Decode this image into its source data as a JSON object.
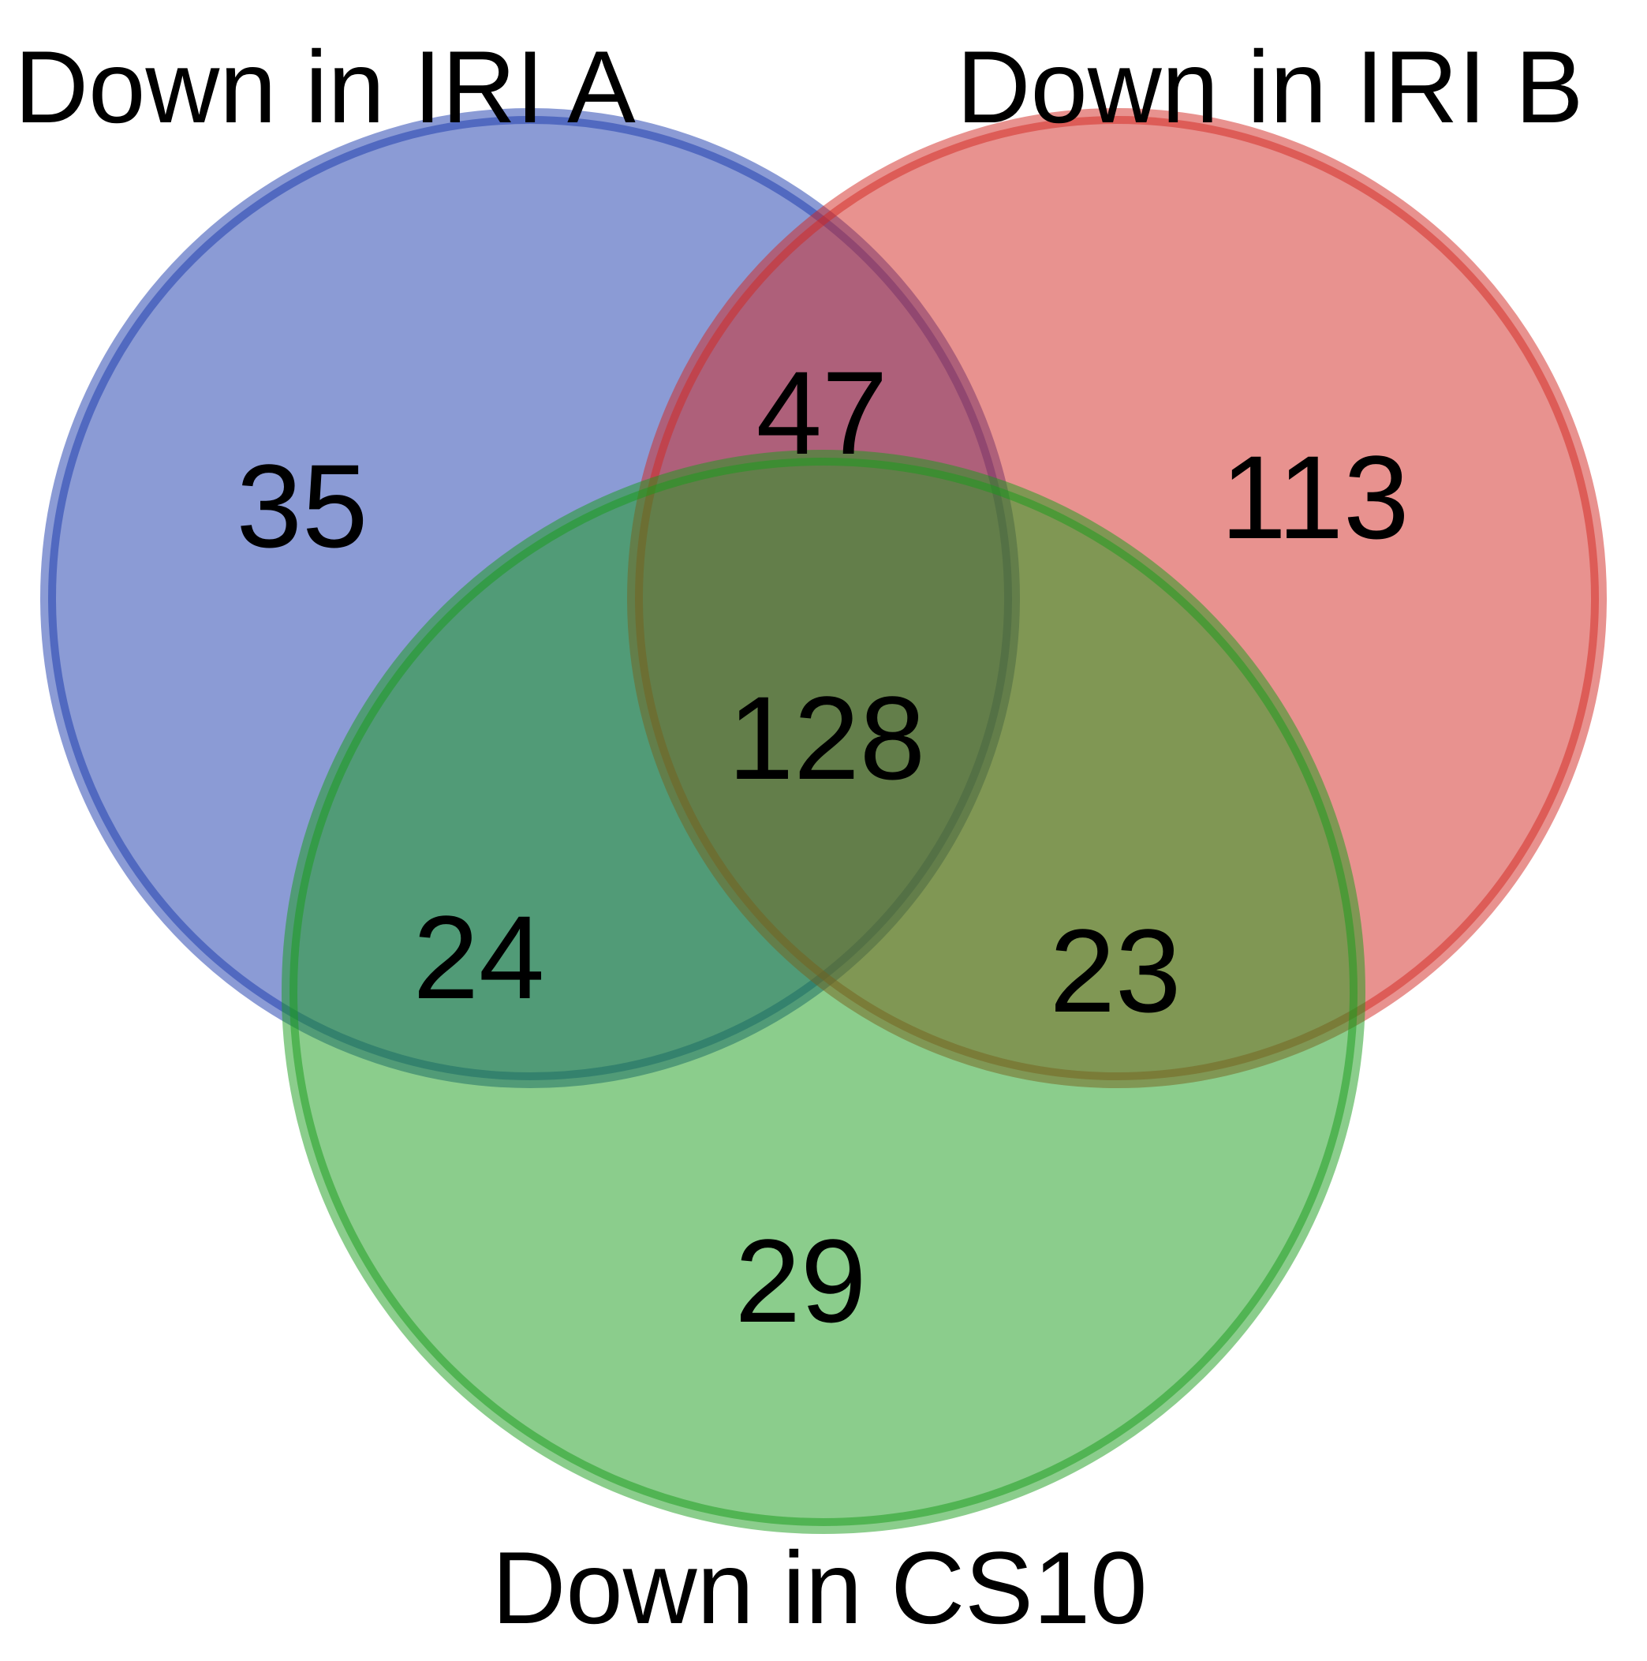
{
  "chart_data": {
    "type": "venn",
    "title": "",
    "sets": [
      {
        "name": "Down in IRI A",
        "color": "#1737ab",
        "position": "top-left"
      },
      {
        "name": "Down in IRI B",
        "color": "#d1251f",
        "position": "top-right"
      },
      {
        "name": "Down in CS10",
        "color": "#179b19",
        "position": "bottom"
      }
    ],
    "regions": {
      "a_only": 35,
      "b_only": 113,
      "c_only": 29,
      "a_and_b": 47,
      "a_and_c": 24,
      "b_and_c": 23,
      "a_and_b_and_c": 128
    },
    "style": {
      "fill_opacity": 0.5,
      "stroke_opacity": 0.5,
      "text_color": "#000000",
      "background": "#ffffff",
      "legend": "none",
      "axes": "none"
    }
  }
}
